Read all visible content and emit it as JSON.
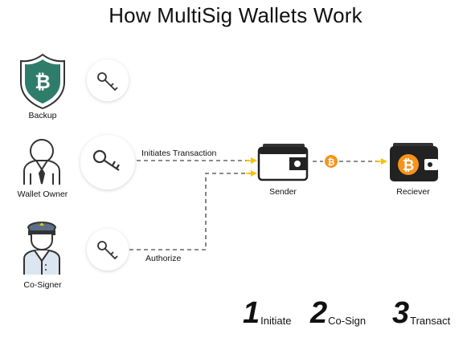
{
  "title": "How MultiSig Wallets Work",
  "nodes": {
    "backup": "Backup",
    "wallet_owner": "Wallet Owner",
    "co_signer": "Co-Signer",
    "sender": "Sender",
    "receiver": "Reciever"
  },
  "edges": {
    "initiates": "Initiates Transaction",
    "authorize": "Authorize"
  },
  "steps": [
    {
      "number": "1",
      "label": "Initiate"
    },
    {
      "number": "2",
      "label": "Co-Sign"
    },
    {
      "number": "3",
      "label": "Transact"
    }
  ],
  "colors": {
    "shield_green": "#2e7d6b",
    "bitcoin_orange": "#f7931a",
    "wallet_dark": "#222222",
    "connector_gray": "#666666",
    "arrow_yellow": "#f4c400"
  },
  "icons": {
    "backup": "shield-bitcoin-icon",
    "wallet_owner": "businessman-icon",
    "co_signer": "officer-icon",
    "key": "key-icon",
    "sender": "wallet-icon",
    "receiver": "bitcoin-wallet-icon"
  }
}
